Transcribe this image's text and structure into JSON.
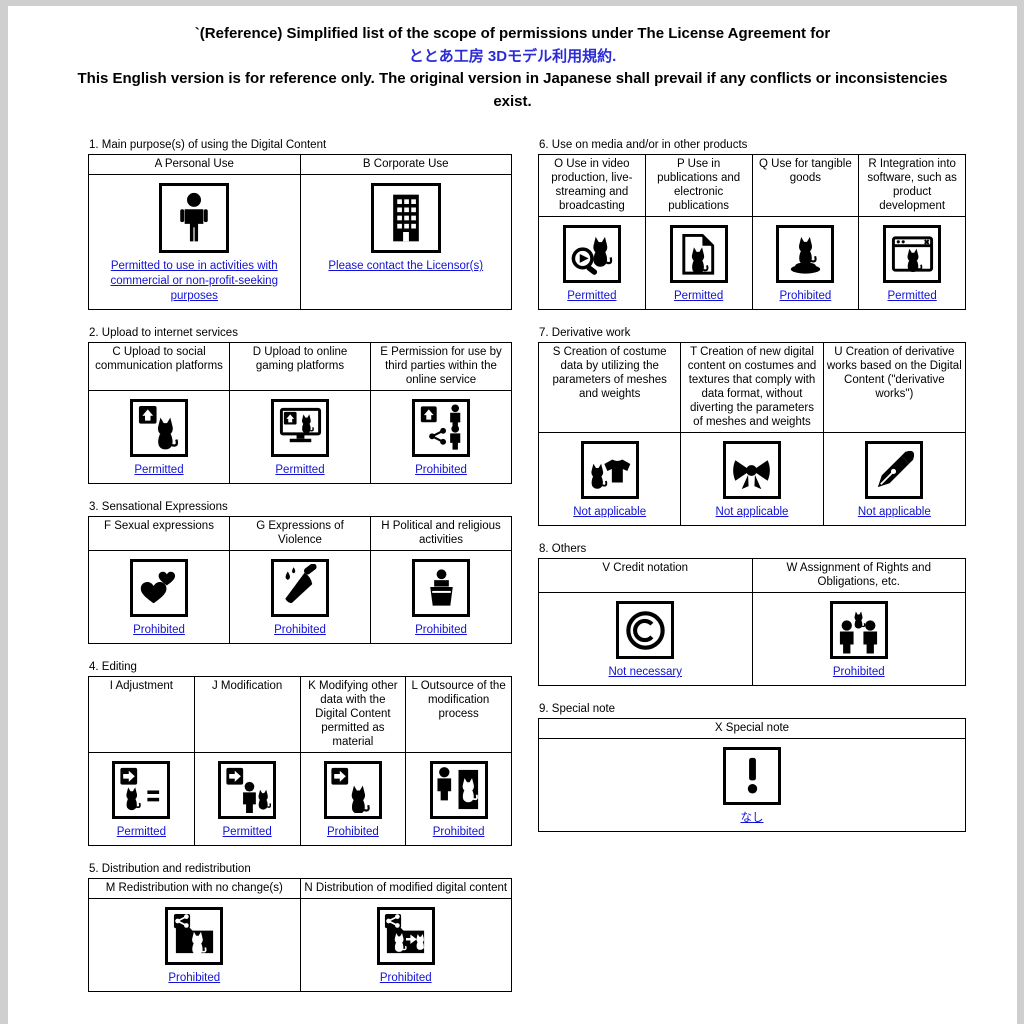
{
  "colors": {
    "link": "#1212d6",
    "jp_title": "#2b2bd8"
  },
  "header": {
    "line1": "`(Reference) Simplified list of the scope of permissions under The License Agreement for",
    "line2": "ととあ工房 3Dモデル利用規約.",
    "line3": "This English version is for reference only. The original version in Japanese shall prevail if any conflicts or inconsistencies exist."
  },
  "sections": [
    {
      "title": "1. Main purpose(s) of using the Digital Content",
      "items": [
        {
          "label": "A Personal Use",
          "icon": "person-icon",
          "status": "Permitted to use in activities with commercial or non-profit-seeking purposes"
        },
        {
          "label": "B  Corporate Use",
          "icon": "building-icon",
          "status": "Please contact the Licensor(s)"
        }
      ]
    },
    {
      "title": "2. Upload to internet services",
      "items": [
        {
          "label": "C Upload to social communication platforms",
          "icon": "upload-social-icon",
          "status": "Permitted"
        },
        {
          "label": "D Upload to online gaming platforms",
          "icon": "upload-gaming-icon",
          "status": "Permitted"
        },
        {
          "label": "E Permission for use by third parties within the online service",
          "icon": "third-party-use-icon",
          "status": "Prohibited"
        }
      ]
    },
    {
      "title": "3. Sensational Expressions",
      "items": [
        {
          "label": "F Sexual expressions",
          "icon": "hearts-icon",
          "status": "Prohibited"
        },
        {
          "label": "G Expressions of Violence",
          "icon": "knife-icon",
          "status": "Prohibited"
        },
        {
          "label": "H Political and religious activities",
          "icon": "podium-icon",
          "status": "Prohibited"
        }
      ]
    },
    {
      "title": "4. Editing",
      "items": [
        {
          "label": "I Adjustment",
          "icon": "adjustment-icon",
          "status": "Permitted"
        },
        {
          "label": "J Modification",
          "icon": "modification-icon",
          "status": "Permitted"
        },
        {
          "label": "K Modifying other data with the Digital Content permitted as material",
          "icon": "modify-material-icon",
          "status": "Prohibited"
        },
        {
          "label": "L Outsource of the modification process",
          "icon": "outsource-icon",
          "status": "Prohibited"
        }
      ]
    },
    {
      "title": "5. Distribution and redistribution",
      "items": [
        {
          "label": "M Redistribution with no change(s)",
          "icon": "redistribution-icon",
          "status": "Prohibited"
        },
        {
          "label": "N Distribution of modified digital content",
          "icon": "distribute-modified-icon",
          "status": "Prohibited"
        }
      ]
    },
    {
      "title": "6. Use on media and/or in other products",
      "items": [
        {
          "label": "O Use in video production, live-streaming and broadcasting",
          "icon": "video-production-icon",
          "status": "Permitted"
        },
        {
          "label": "P Use in publications and electronic publications",
          "icon": "publication-icon",
          "status": "Permitted"
        },
        {
          "label": "Q Use for tangible goods",
          "icon": "tangible-goods-icon",
          "status": "Prohibited"
        },
        {
          "label": "R Integration into software, such as product development",
          "icon": "software-icon",
          "status": "Permitted"
        }
      ]
    },
    {
      "title": "7. Derivative work",
      "items": [
        {
          "label": "S Creation of costume data by utilizing the parameters of meshes and weights",
          "icon": "costume-params-icon",
          "status": "Not applicable"
        },
        {
          "label": "T Creation of new digital content on costumes and textures that comply with data format, without diverting the parameters of meshes and weights",
          "icon": "costume-new-icon",
          "status": "Not applicable"
        },
        {
          "label": "U Creation of derivative works based on the Digital Content (\"derivative works\")",
          "icon": "derivative-pen-icon",
          "status": "Not applicable"
        }
      ]
    },
    {
      "title": "8. Others",
      "items": [
        {
          "label": "V Credit notation",
          "icon": "copyright-icon",
          "status": "Not necessary"
        },
        {
          "label": "W Assignment of Rights and Obligations, etc.",
          "icon": "rights-assignment-icon",
          "status": "Prohibited"
        }
      ]
    },
    {
      "title": "9. Special note",
      "items": [
        {
          "label": "X Special note",
          "icon": "exclamation-icon",
          "status": "なし"
        }
      ]
    }
  ]
}
